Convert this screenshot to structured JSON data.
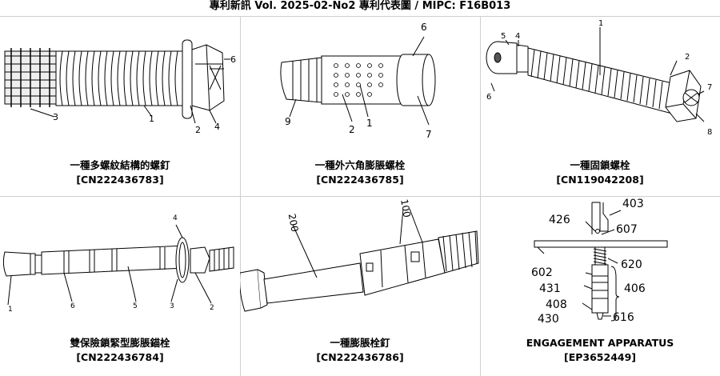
{
  "header": {
    "title": "專利新訊  Vol. 2025-02-No2  專利代表圖  /  MIPC:  F16B013"
  },
  "patents": [
    {
      "title": "一種多螺紋結構的螺釘",
      "number": "[CN222436783]",
      "figure_labels": [
        "3",
        "1",
        "2",
        "4",
        "6"
      ]
    },
    {
      "title": "一種外六角膨脹螺栓",
      "number": "[CN222436785]",
      "figure_labels": [
        "6",
        "9",
        "2",
        "1",
        "7"
      ]
    },
    {
      "title": "一種固鎖螺栓",
      "number": "[CN119042208]",
      "figure_labels": [
        "1",
        "4",
        "5",
        "6",
        "2",
        "7",
        "8"
      ]
    },
    {
      "title": "雙保險鎖緊型膨脹錨栓",
      "number": "[CN222436784]",
      "figure_labels": [
        "1",
        "6",
        "5",
        "3",
        "2",
        "4"
      ]
    },
    {
      "title": "一種膨脹栓釘",
      "number": "[CN222436786]",
      "figure_labels": [
        "200",
        "100"
      ]
    },
    {
      "title": "ENGAGEMENT APPARATUS",
      "number": "[EP3652449]",
      "figure_labels": [
        "403",
        "426",
        "607",
        "602",
        "620",
        "431",
        "406",
        "408",
        "430",
        "616"
      ]
    }
  ]
}
